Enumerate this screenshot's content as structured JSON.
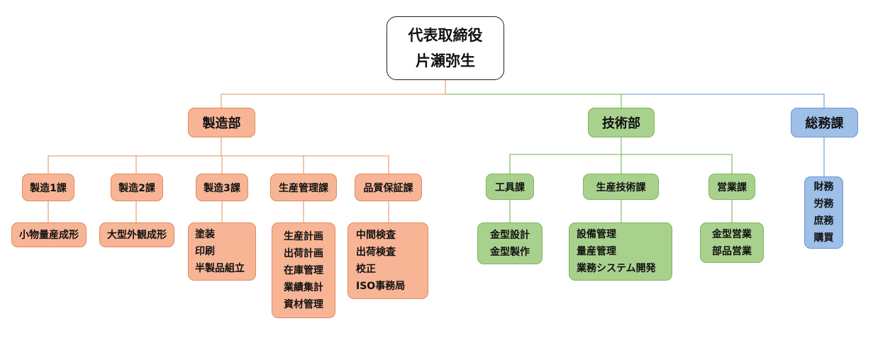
{
  "ceo": {
    "title": "代表取締役",
    "name": "片瀬弥生"
  },
  "departments": [
    {
      "name": "製造部",
      "sections": [
        {
          "name": "製造1課",
          "tasks": [
            "小物量産成形"
          ]
        },
        {
          "name": "製造2課",
          "tasks": [
            "大型外観成形"
          ]
        },
        {
          "name": "製造3課",
          "tasks": [
            "塗装",
            "印刷",
            "半製品組立"
          ]
        },
        {
          "name": "生産管理課",
          "tasks": [
            "生産計画",
            "出荷計画",
            "在庫管理",
            "業績集計",
            "資材管理"
          ]
        },
        {
          "name": "品質保証課",
          "tasks": [
            "中間検査",
            "出荷検査",
            "校正",
            "ISO事務局"
          ]
        }
      ]
    },
    {
      "name": "技術部",
      "sections": [
        {
          "name": "工具課",
          "tasks": [
            "金型設計",
            "金型製作"
          ]
        },
        {
          "name": "生産技術課",
          "tasks": [
            "設備管理",
            "量産管理",
            "業務システム開発"
          ]
        },
        {
          "name": "営業課",
          "tasks": [
            "金型営業",
            "部品営業"
          ]
        }
      ]
    },
    {
      "name": "総務課",
      "tasks": [
        "財務",
        "労務",
        "庶務",
        "購買"
      ]
    }
  ],
  "colors": {
    "manufacturing": "#f7b596",
    "technology": "#a9d18e",
    "general_affairs": "#9dbfe8",
    "manufacturing_line": "#f0a57a",
    "technology_line": "#8cc06a",
    "general_affairs_line": "#7fa8d8"
  }
}
